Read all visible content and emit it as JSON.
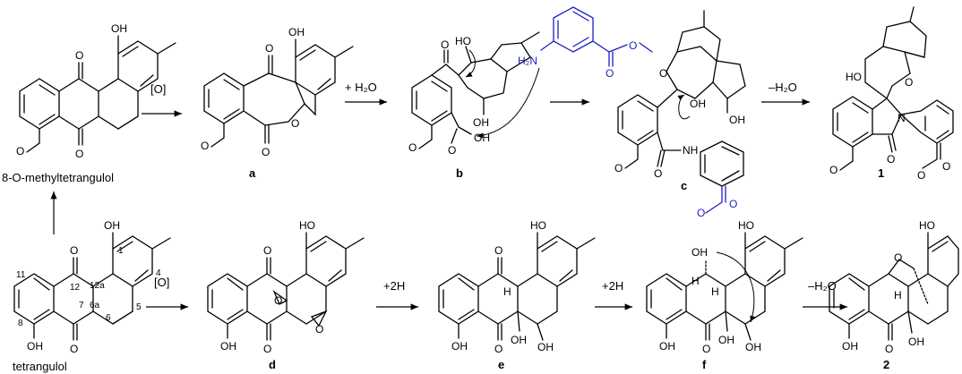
{
  "compounds": {
    "methyltetrangulol": "8-O-methyltetrangulol",
    "tetrangulol": "tetrangulol",
    "a": "a",
    "b": "b",
    "c": "c",
    "d": "d",
    "e": "e",
    "f": "f",
    "p1": "1",
    "p2": "2"
  },
  "reagents": {
    "top_oxidation": "[O]",
    "top_water_add": "+ H₂O",
    "top_water_loss": "–H₂O",
    "bottom_oxidation": "[O]",
    "bottom_reduction_1": "+2H",
    "bottom_reduction_2": "+2H",
    "bottom_water_loss": "–H₂O"
  },
  "atom_labels": {
    "OH": "OH",
    "HO": "HO",
    "O": "O",
    "H": "H",
    "N": "N",
    "NH": "NH",
    "H2N": "H₂N",
    "neg_H": "H"
  },
  "locants": [
    "1",
    "4",
    "5",
    "6",
    "6a",
    "7",
    "8",
    "11",
    "12",
    "12a"
  ],
  "colors": {
    "amine_fragment": "#1d1dc7",
    "structure": "#000000"
  }
}
